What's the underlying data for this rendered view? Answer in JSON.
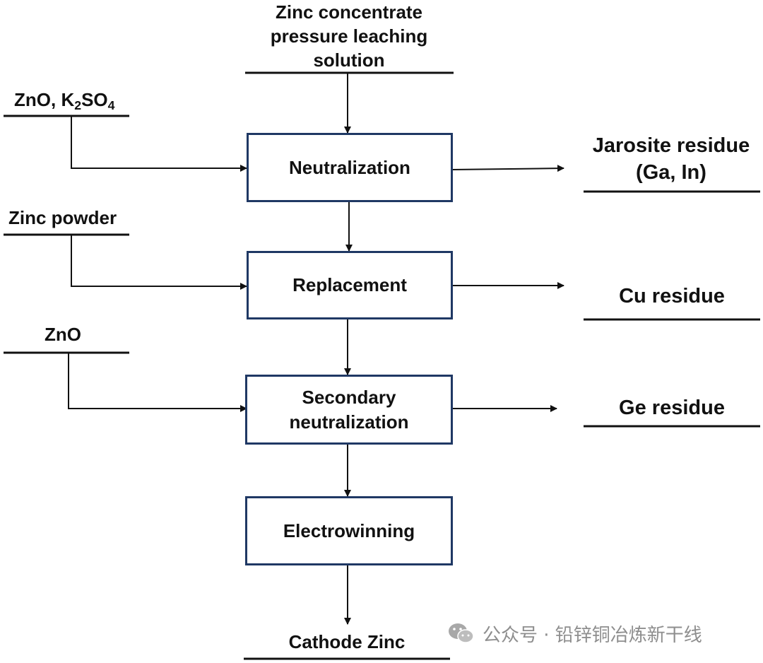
{
  "source": {
    "lines": [
      "Zinc concentrate",
      "pressure leaching",
      "solution"
    ]
  },
  "inputs": {
    "zno_k2so4": {
      "zno": "ZnO,",
      "k": "K",
      "k_sub": "2",
      "so": "SO",
      "so_sub": "4"
    },
    "zinc_powder": "Zinc powder",
    "zno": "ZnO"
  },
  "processes": {
    "neutralization": "Neutralization",
    "replacement": "Replacement",
    "secondary_neutralization": [
      "Secondary",
      "neutralization"
    ],
    "electrowinning": "Electrowinning"
  },
  "outputs": {
    "jarosite": [
      "Jarosite residue",
      "(Ga, In)"
    ],
    "cu": "Cu residue",
    "ge": "Ge residue"
  },
  "product": "Cathode Zinc",
  "watermark": {
    "text": "公众号 · 铅锌铜冶炼新干线",
    "icon": "wechat-icon"
  },
  "colors": {
    "box_border": "#1f3864",
    "line": "#111111",
    "watermark": "#8e8e8e"
  }
}
